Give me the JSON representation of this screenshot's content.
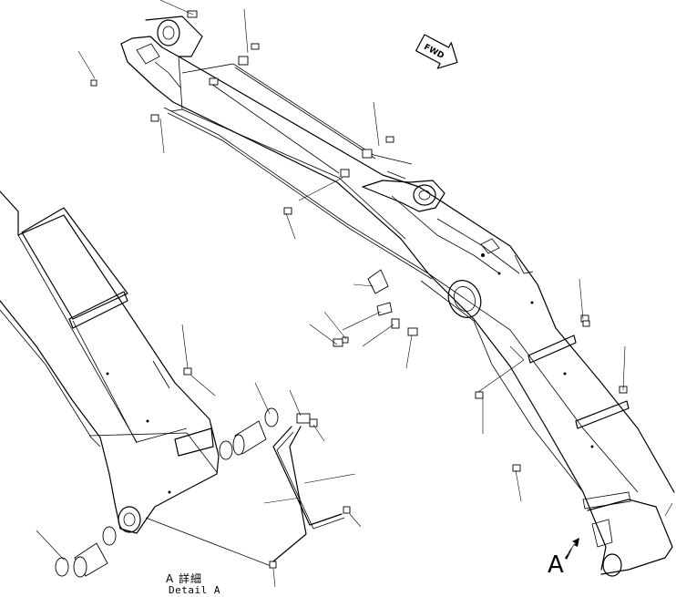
{
  "diagram": {
    "detail_label_jp": "A 詳細",
    "detail_label_en": "Detail A",
    "view_marker": "A",
    "forward_marker": "FWD"
  }
}
